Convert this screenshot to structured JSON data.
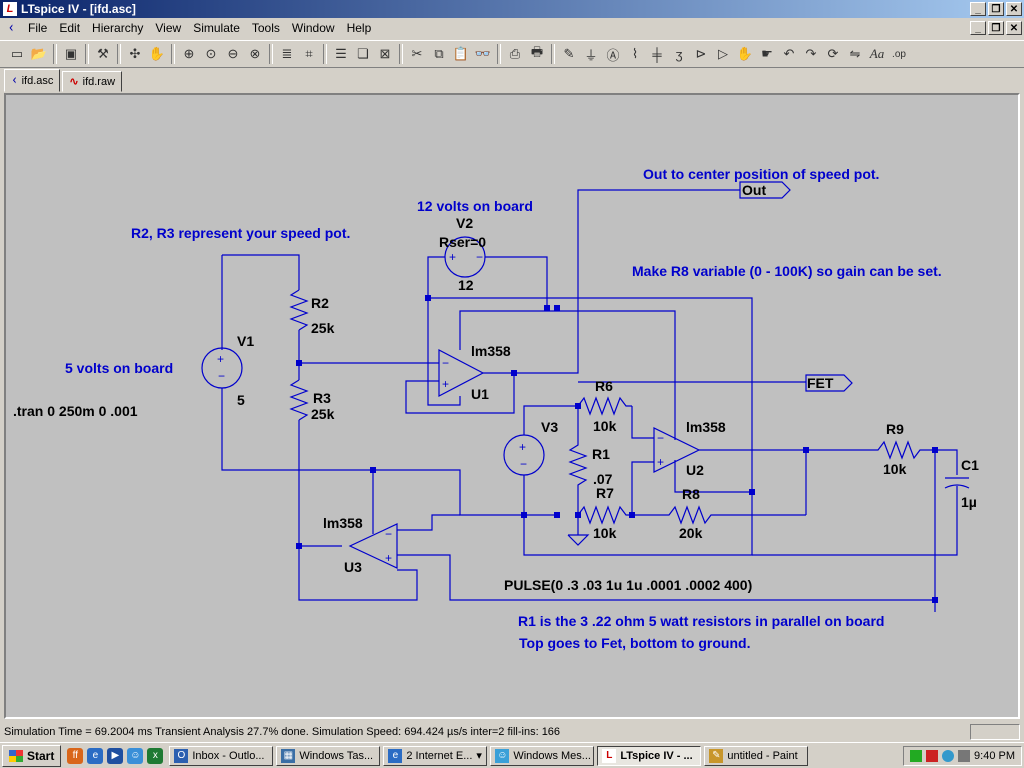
{
  "window": {
    "title": "LTspice IV - [ifd.asc]",
    "buttons": [
      "_",
      "❐",
      "✕"
    ]
  },
  "menu": [
    "File",
    "Edit",
    "Hierarchy",
    "View",
    "Simulate",
    "Tools",
    "Window",
    "Help"
  ],
  "toolbar": {
    "icons": [
      "open-schematic-icon",
      "open-file-icon",
      "save-icon",
      "control-panel-icon",
      "run-icon",
      "halt-icon",
      "pan-icon",
      "zoom-in-icon",
      "zoom-pan-icon",
      "zoom-out-icon",
      "zoom-full-icon",
      "autorange-icon",
      "grid-icon",
      "tile-horizontal-icon",
      "cascade-icon",
      "close-icon",
      "cut-icon",
      "copy-icon",
      "paste-icon",
      "find-icon",
      "print-setup-icon",
      "print-icon",
      "wire-icon",
      "ground-icon",
      "label-icon",
      "resistor-icon",
      "capacitor-icon",
      "inductor-icon",
      "diode-icon",
      "component-icon",
      "move-icon",
      "drag-icon",
      "undo-icon",
      "redo-icon",
      "rotate-icon",
      "mirror-icon",
      "text-icon",
      "spice-directive-icon"
    ]
  },
  "tabs": [
    {
      "label": "ifd.asc",
      "icon": "schematic-icon"
    },
    {
      "label": "ifd.raw",
      "icon": "waveform-icon"
    }
  ],
  "schematic": {
    "notes": [
      "R2, R3 represent your speed pot.",
      "5 volts on board",
      ".tran 0 250m 0 .001",
      "12 volts on board",
      "Out to center position of speed pot.",
      "Make R8 variable (0 - 100K) so gain can be set.",
      "PULSE(0 .3 .03 1u 1u .0001 .0002 400)",
      "R1 is the 3 .22 ohm 5 watt resistors in parallel on board",
      "Top goes to Fet, bottom to ground."
    ],
    "labels": {
      "V1": "V1",
      "V1_val": "5",
      "V2": "V2",
      "V2_ser": "Rser=0",
      "V2_val": "12",
      "V3": "V3",
      "R2": "R2",
      "R2_val": "25k",
      "R3": "R3",
      "R3_val": "25k",
      "R6": "R6",
      "R6_val": "10k",
      "R1": "R1",
      "R1_val": ".07",
      "R7": "R7",
      "R7_val": "10k",
      "R8": "R8",
      "R8_val": "20k",
      "R9": "R9",
      "R9_val": "10k",
      "C1": "C1",
      "C1_val": "1µ",
      "U1": "U1",
      "U1_model": "lm358",
      "U2": "U2",
      "U2_model": "lm358",
      "U3": "U3",
      "U3_model": "lm358",
      "net_out": "Out",
      "net_fet": "FET"
    }
  },
  "status": {
    "text": "Simulation Time = 69.2004 ms  Transient Analysis 27.7% done. Simulation Speed: 694.424 µs/s inter=2 fill-ins: 166"
  },
  "taskbar": {
    "start": "Start",
    "tasks": [
      "Inbox - Outlo...",
      "Windows Tas...",
      "2 Internet E...",
      "Windows Mes...",
      "LTspice IV - ...",
      "untitled - Paint"
    ],
    "clock": "9:40 PM"
  }
}
